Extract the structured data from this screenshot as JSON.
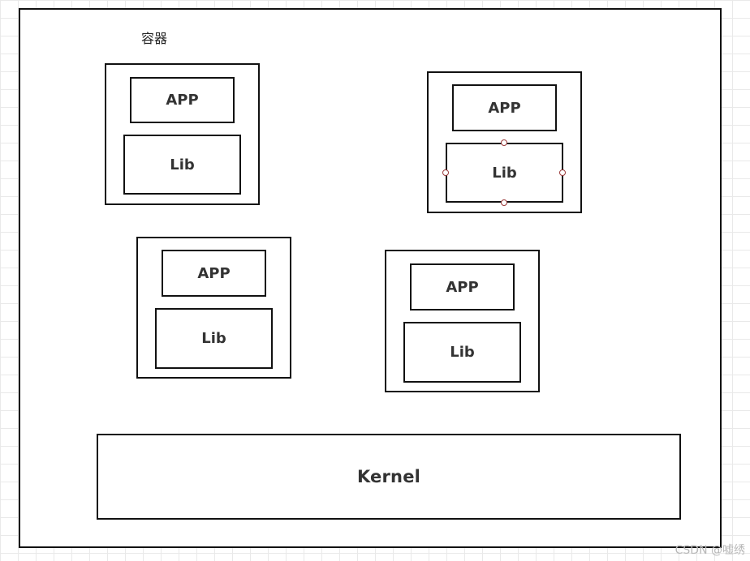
{
  "diagram": {
    "caption": "容器",
    "containers": [
      {
        "app_label": "APP",
        "lib_label": "Lib"
      },
      {
        "app_label": "APP",
        "lib_label": "Lib"
      },
      {
        "app_label": "APP",
        "lib_label": "Lib"
      },
      {
        "app_label": "APP",
        "lib_label": "Lib"
      }
    ],
    "kernel_label": "Kernel"
  },
  "watermark": "CSDN @嘘绣"
}
